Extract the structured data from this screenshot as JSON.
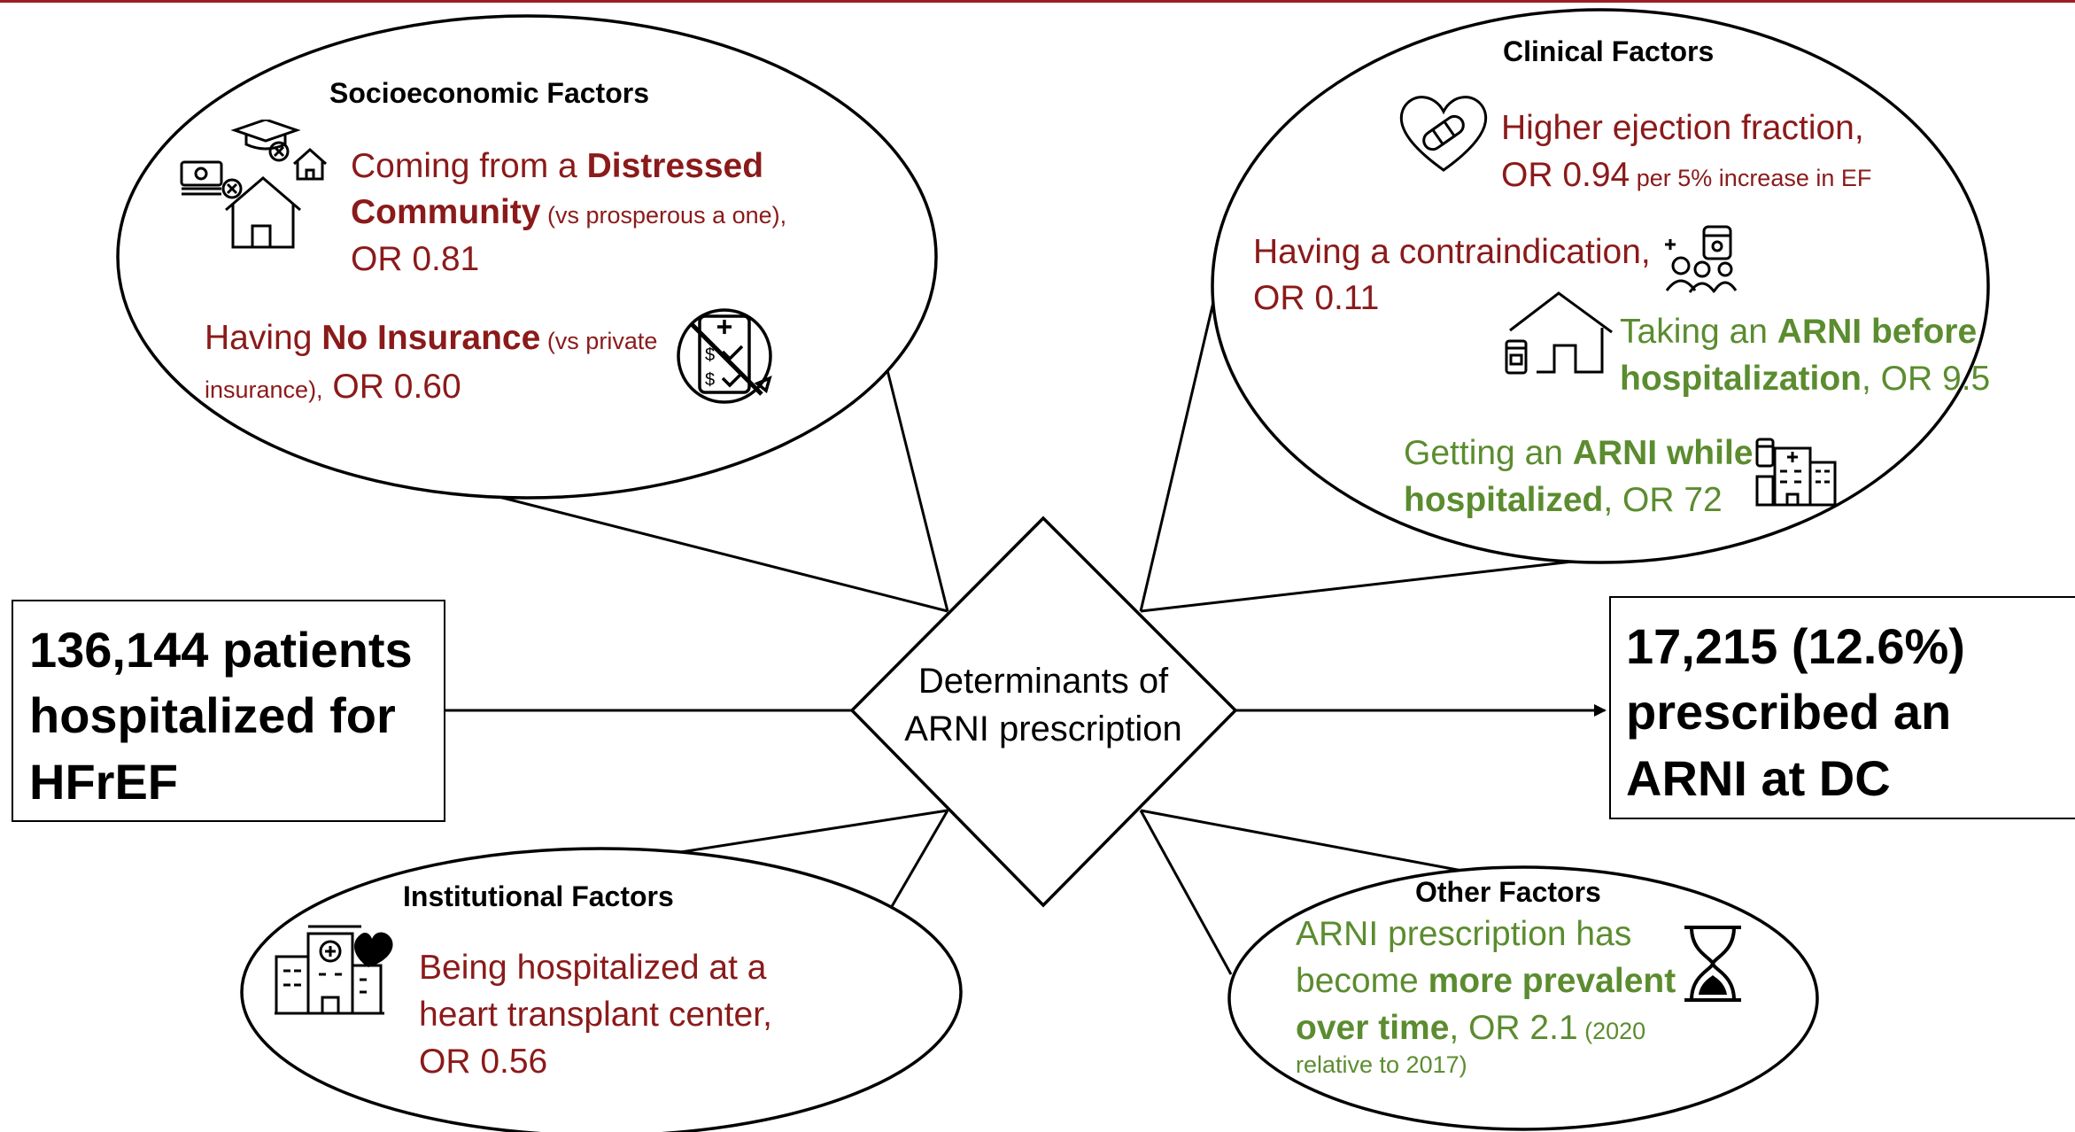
{
  "left_box": {
    "line1": "136,144 patients",
    "line2": "hospitalized for",
    "line3": "HFrEF"
  },
  "right_box": {
    "line1": "17,215 (12.6%)",
    "line2": "prescribed an",
    "line3": "ARNI at DC"
  },
  "center": {
    "line1": "Determinants of",
    "line2": "ARNI prescription"
  },
  "socio": {
    "title": "Socioeconomic Factors",
    "a_pre": "Coming from a ",
    "a_bold1": "Distressed",
    "a_bold2": "Community",
    "a_small": " (vs prosperous a one),",
    "a_or": "OR 0.81",
    "b_pre": "Having ",
    "b_bold": "No Insurance",
    "b_small1": " (vs private",
    "b_small2": "insurance),",
    "b_or": " OR 0.60"
  },
  "clinical": {
    "title": "Clinical Factors",
    "a1": "Higher ejection fraction,",
    "a_or": "OR 0.94",
    "a_small": " per 5% increase in EF",
    "b1": "Having a contraindication,",
    "b_or": "OR 0.11",
    "c_pre": "Taking an ",
    "c_bold1": "ARNI before",
    "c_bold2": "hospitalization",
    "c_or": ", OR 9.5",
    "d_pre": "Getting an ",
    "d_bold1": "ARNI while",
    "d_bold2": "hospitalized",
    "d_or": ", OR 72"
  },
  "institutional": {
    "title": "Institutional Factors",
    "l1": "Being hospitalized at a",
    "l2": "heart transplant center,",
    "l3": "OR 0.56"
  },
  "other": {
    "title": "Other Factors",
    "l1": "ARNI prescription has",
    "l2_pre": "become ",
    "l2_bold": "more prevalent",
    "l3_bold": "over time",
    "l3_or": ", OR 2.1",
    "l3_small": " (2020",
    "l4_small": "relative to 2017)"
  },
  "colors": {
    "negative": "#8b1a1a",
    "positive": "#5b8c2f",
    "top_rule": "#9a1e24"
  },
  "icons": [
    "graduation-cap-icon",
    "house-icon",
    "money-icon",
    "no-insurance-icon",
    "heart-bandage-icon",
    "medication-people-icon",
    "house-pill-icon",
    "hospital-pill-icon",
    "hospital-heart-icon",
    "hourglass-icon"
  ]
}
